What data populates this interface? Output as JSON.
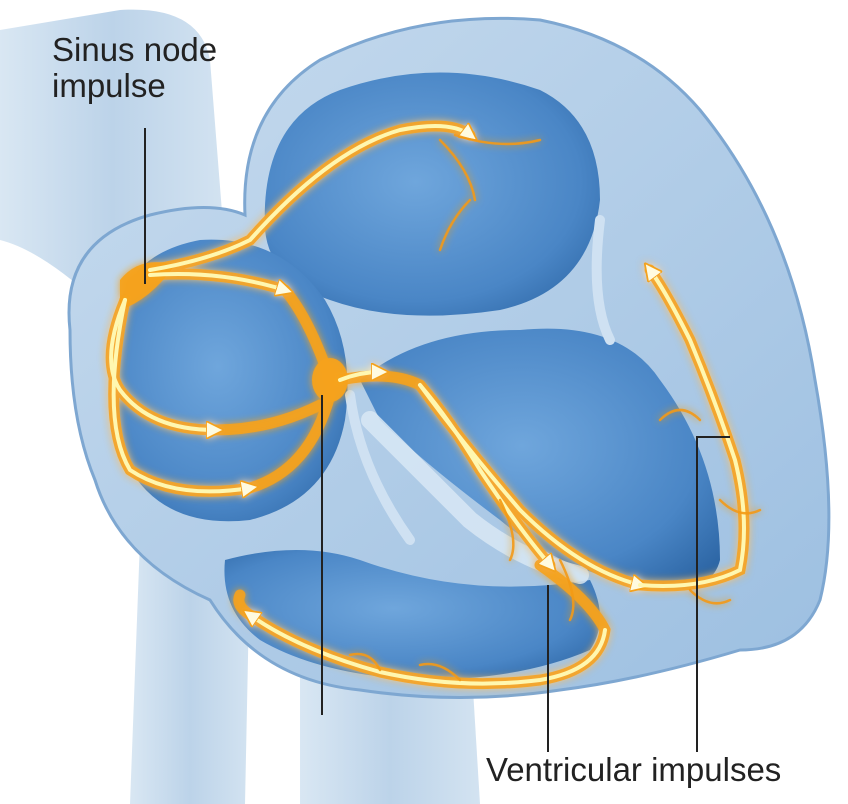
{
  "labels": {
    "sinus_line1": "Sinus node",
    "sinus_line2": "impulse",
    "ventricular": "Ventricular impulses"
  },
  "colors": {
    "background": "#ffffff",
    "vessel": "#c3d8ea",
    "heart_wall": "#a9c6e3",
    "chamber": "#4f8ccc",
    "chamber_dark": "#2f6aa8",
    "impulse_glow": "#f6a21b",
    "impulse_core": "#fff7b0",
    "leader_line": "#222222"
  }
}
